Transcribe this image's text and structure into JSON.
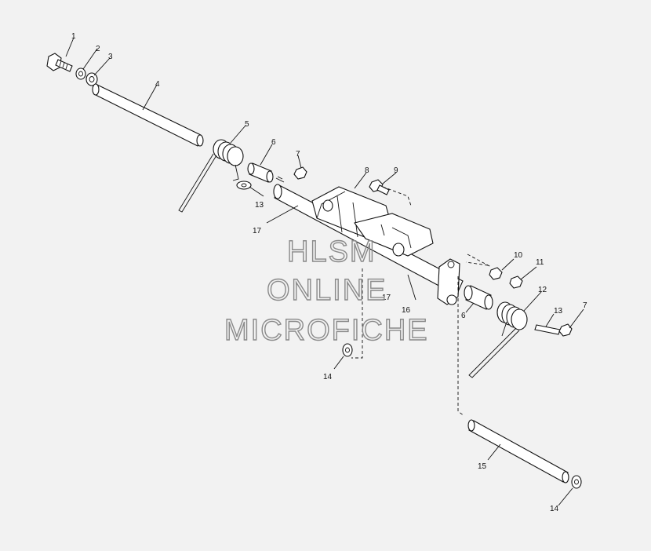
{
  "diagram": {
    "callouts": [
      {
        "id": "c1",
        "text": "1"
      },
      {
        "id": "c2",
        "text": "2"
      },
      {
        "id": "c3",
        "text": "3"
      },
      {
        "id": "c4",
        "text": "4"
      },
      {
        "id": "c5",
        "text": "5"
      },
      {
        "id": "c6a",
        "text": "6"
      },
      {
        "id": "c7a",
        "text": "7"
      },
      {
        "id": "c8",
        "text": "8"
      },
      {
        "id": "c9",
        "text": "9"
      },
      {
        "id": "c13a",
        "text": "13"
      },
      {
        "id": "c17a",
        "text": "17"
      },
      {
        "id": "c10",
        "text": "10"
      },
      {
        "id": "c11",
        "text": "11"
      },
      {
        "id": "c12",
        "text": "12"
      },
      {
        "id": "c17b",
        "text": "17"
      },
      {
        "id": "c16",
        "text": "16"
      },
      {
        "id": "c6b",
        "text": "6"
      },
      {
        "id": "c13b",
        "text": "13"
      },
      {
        "id": "c7b",
        "text": "7"
      },
      {
        "id": "c14a",
        "text": "14"
      },
      {
        "id": "c15",
        "text": "15"
      },
      {
        "id": "c14b",
        "text": "14"
      }
    ]
  },
  "watermark": {
    "line1": "HLSM",
    "line2": "ONLINE",
    "line3": "MICROFICHE"
  }
}
